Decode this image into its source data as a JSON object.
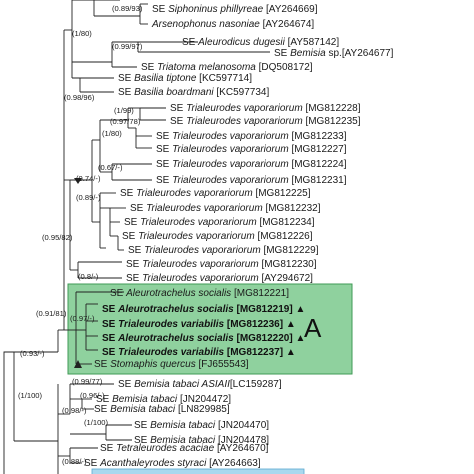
{
  "clade_label": "A",
  "colors": {
    "clade_a_fill": "#8fd19e",
    "clade_a_border": "#3f9a55",
    "bottom_box_fill": "#a9d8ee",
    "branch": "#222222"
  },
  "taxa": [
    {
      "prefix": "SE",
      "name": "Siphoninus phillyreae",
      "acc": "[AY264669]",
      "bold": false,
      "tri": false
    },
    {
      "prefix": "",
      "name": "Arsenophonus nasoniae",
      "acc": "[AY264674]",
      "bold": false,
      "tri": false
    },
    {
      "prefix": "SE",
      "name": "Aleurodicus dugesii",
      "acc": "[AY587142]",
      "bold": false,
      "tri": false
    },
    {
      "prefix": "SE",
      "name": "Bemisia",
      "acc": "sp.[AY264677]",
      "bold": false,
      "tri": false
    },
    {
      "prefix": "SE",
      "name": "Triatoma melanosoma",
      "acc": "[DQ508172]",
      "bold": false,
      "tri": false
    },
    {
      "prefix": "SE",
      "name": "Basilia tiptone",
      "acc": "[KC597714]",
      "bold": false,
      "tri": false
    },
    {
      "prefix": "SE",
      "name": "Basilia boardmani",
      "acc": "[KC597734]",
      "bold": false,
      "tri": false
    },
    {
      "prefix": "SE",
      "name": "Trialeurodes vaporariorum",
      "acc": "[MG812228]",
      "bold": false,
      "tri": false
    },
    {
      "prefix": "SE",
      "name": "Trialeurodes vaporariorum",
      "acc": "[MG812235]",
      "bold": false,
      "tri": false
    },
    {
      "prefix": "SE",
      "name": "Trialeurodes vaporariorum",
      "acc": "[MG812233]",
      "bold": false,
      "tri": false
    },
    {
      "prefix": "SE",
      "name": "Trialeurodes vaporariorum",
      "acc": "[MG812227]",
      "bold": false,
      "tri": false
    },
    {
      "prefix": "SE",
      "name": "Trialeurodes vaporariorum",
      "acc": "[MG812224]",
      "bold": false,
      "tri": false
    },
    {
      "prefix": "SE",
      "name": "Trialeurodes vaporariorum",
      "acc": "[MG812231]",
      "bold": false,
      "tri": false
    },
    {
      "prefix": "SE",
      "name": "Trialeurodes vaporariorum",
      "acc": "[MG812225]",
      "bold": false,
      "tri": false
    },
    {
      "prefix": "SE",
      "name": "Trialeurodes vaporariorum",
      "acc": "[MG812232]",
      "bold": false,
      "tri": false
    },
    {
      "prefix": "SE",
      "name": "Trialeurodes vaporariorum",
      "acc": "[MG812234]",
      "bold": false,
      "tri": false
    },
    {
      "prefix": "SE",
      "name": "Trialeurodes vaporariorum",
      "acc": "[MG812226]",
      "bold": false,
      "tri": false
    },
    {
      "prefix": "SE",
      "name": "Trialeurodes vaporariorum",
      "acc": "[MG812229]",
      "bold": false,
      "tri": false
    },
    {
      "prefix": "SE",
      "name": "Trialeurodes vaporariorum",
      "acc": "[MG812230]",
      "bold": false,
      "tri": false
    },
    {
      "prefix": "SE",
      "name": "Trialeurodes vaporariorum",
      "acc": "[AY294672]",
      "bold": false,
      "tri": false
    },
    {
      "prefix": "SE",
      "name": "Aleurotrachelus socialis",
      "acc": "[MG812221]",
      "bold": false,
      "tri": false
    },
    {
      "prefix": "SE",
      "name": "Aleurotrachelus socialis",
      "acc": "[MG812219]",
      "bold": true,
      "tri": true
    },
    {
      "prefix": "SE",
      "name": "Trialeurodes variabilis",
      "acc": "[MG812236]",
      "bold": true,
      "tri": true
    },
    {
      "prefix": "SE",
      "name": "Aleurotrachelus socialis",
      "acc": "[MG812220]",
      "bold": true,
      "tri": true
    },
    {
      "prefix": "SE",
      "name": "Trialeurodes variabilis",
      "acc": "[MG812237]",
      "bold": true,
      "tri": true
    },
    {
      "prefix": "SE",
      "name": "Stomaphis quercus",
      "acc": "[FJ655543]",
      "bold": false,
      "tri": false
    },
    {
      "prefix": "SE",
      "name": "Bemisia tabaci ASIAII",
      "acc": "[LC159287]",
      "bold": false,
      "tri": false
    },
    {
      "prefix": "SE",
      "name": "Bemisia tabaci",
      "acc": "[JN204472]",
      "bold": false,
      "tri": false
    },
    {
      "prefix": "SE",
      "name": "Bemisia tabaci",
      "acc": "[LN829985]",
      "bold": false,
      "tri": false
    },
    {
      "prefix": "SE",
      "name": "Bemisia tabaci",
      "acc": "[JN204470]",
      "bold": false,
      "tri": false
    },
    {
      "prefix": "SE",
      "name": "Bemisia tabaci",
      "acc": "[JN204478]",
      "bold": false,
      "tri": false
    },
    {
      "prefix": "SE",
      "name": "Tetraleurodes acaciae",
      "acc": "[AY264670]",
      "bold": false,
      "tri": false
    },
    {
      "prefix": "SE",
      "name": "Acanthaleyrodes styraci",
      "acc": "[AY264663]",
      "bold": false,
      "tri": false
    }
  ],
  "supports": [
    "(0.89/93)",
    "(0.99/97)",
    "(1/80)",
    "(0.98/96)",
    "(1/99)",
    "(0.97/78)",
    "(1/80)",
    "(0.67/-)",
    "(0.74/-)",
    "(0.89/-)",
    "(0.95/82)",
    "(0.8/-)",
    "(0.91/81)",
    "(0.97/-)",
    "(0.93/-)",
    "(1/100)",
    "(0.99/77)",
    "(0.96/-)",
    "(0.98/-)",
    "(1/100)",
    "(0.88/-)"
  ]
}
